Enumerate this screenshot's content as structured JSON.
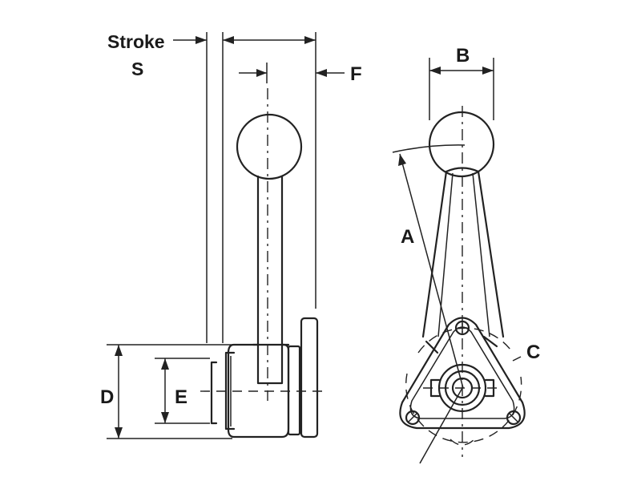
{
  "labels": {
    "stroke": "Stroke",
    "s": "S",
    "f": "F",
    "b": "B",
    "a": "A",
    "c": "C",
    "d": "D",
    "e": "E"
  }
}
